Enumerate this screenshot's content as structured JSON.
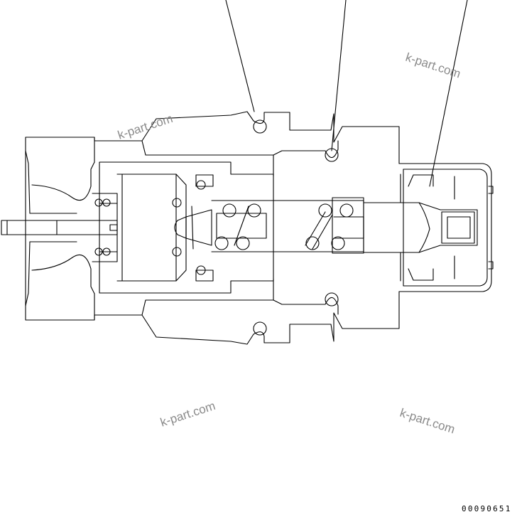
{
  "watermarks": [
    {
      "text": "k-part.com"
    },
    {
      "text": "k-part.com"
    },
    {
      "text": "k-part.com"
    },
    {
      "text": "k-part.com"
    }
  ],
  "drawing_code": "00090651"
}
